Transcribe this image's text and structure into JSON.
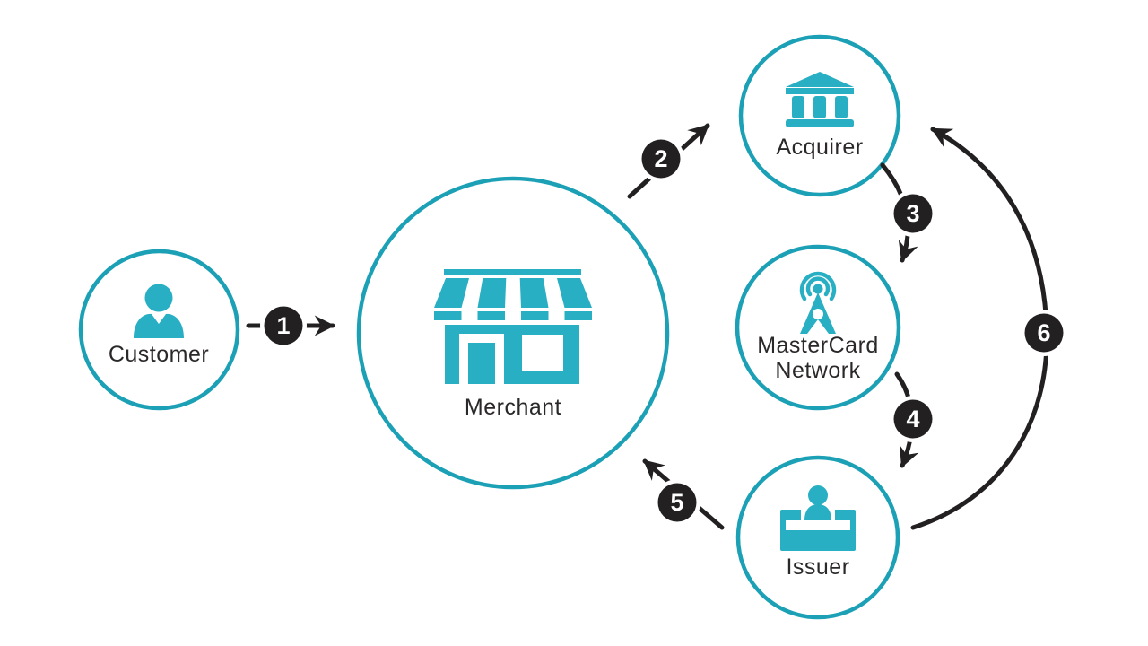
{
  "diagram": {
    "title": "card-transaction-flow",
    "colors": {
      "background": "#ffffff",
      "accent": "#1BA0B6",
      "icon": "#28AFC3",
      "label": "#2b2829",
      "arrow": "#232021",
      "badge_bg": "#232021",
      "badge_text": "#ffffff"
    },
    "nodes": [
      {
        "id": "customer",
        "label": "Customer",
        "icon": "person-icon"
      },
      {
        "id": "merchant",
        "label": "Merchant",
        "icon": "storefront-icon"
      },
      {
        "id": "acquirer",
        "label": "Acquirer",
        "icon": "bank-icon"
      },
      {
        "id": "mastercard-network",
        "label_lines": [
          "MasterCard",
          "Network"
        ],
        "icon": "broadcast-tower-icon"
      },
      {
        "id": "issuer",
        "label": "Issuer",
        "icon": "teller-desk-icon"
      }
    ],
    "steps": [
      {
        "number": "1",
        "from": "customer",
        "to": "merchant"
      },
      {
        "number": "2",
        "from": "merchant",
        "to": "acquirer"
      },
      {
        "number": "3",
        "from": "acquirer",
        "to": "mastercard-network"
      },
      {
        "number": "4",
        "from": "mastercard-network",
        "to": "issuer"
      },
      {
        "number": "5",
        "from": "issuer",
        "to": "merchant"
      },
      {
        "number": "6",
        "from": "issuer",
        "to": "acquirer"
      }
    ]
  }
}
